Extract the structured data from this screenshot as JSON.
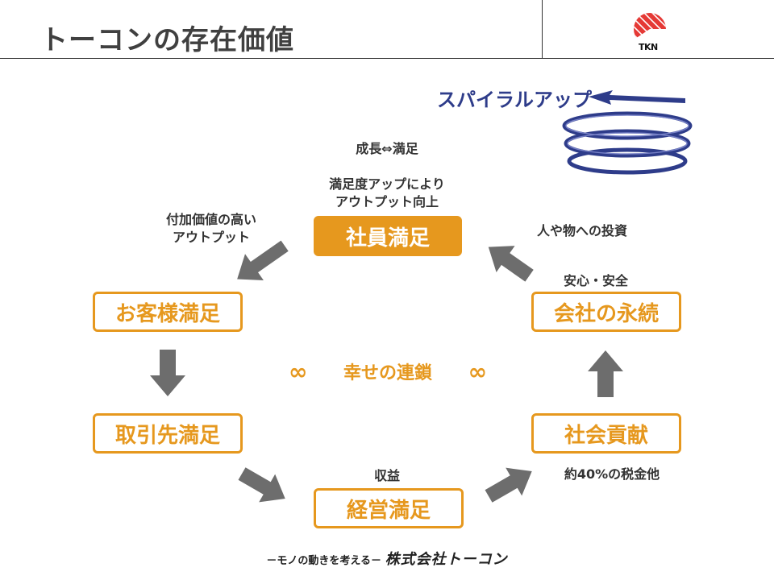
{
  "header": {
    "title": "トーコンの存在価値",
    "logo_text": "TKN"
  },
  "spiral": {
    "label": "スパイラルアップ"
  },
  "labels": {
    "growth": "成長⇔満足",
    "satisfaction_line1": "満足度アップにより",
    "satisfaction_line2": "アウトプット向上",
    "value_line1": "付加価値の高い",
    "value_line2": "アウトプット",
    "investment": "人や物への投資",
    "safety": "安心・安全",
    "revenue": "収益",
    "tax": "約40%の税金他"
  },
  "boxes": {
    "employee": "社員満足",
    "customer": "お客様満足",
    "partner": "取引先満足",
    "management": "経営満足",
    "contribution": "社会貢献",
    "continuity": "会社の永続"
  },
  "center": {
    "left_symbol": "∞",
    "text": "幸せの連鎖",
    "right_symbol": "∞"
  },
  "footer": {
    "tagline": "－モノの動きを考える－",
    "brand": "株式会社トーコン"
  },
  "colors": {
    "accent": "#e6981e",
    "spiral": "#2e3c8a",
    "arrow": "#6d6d6d"
  }
}
